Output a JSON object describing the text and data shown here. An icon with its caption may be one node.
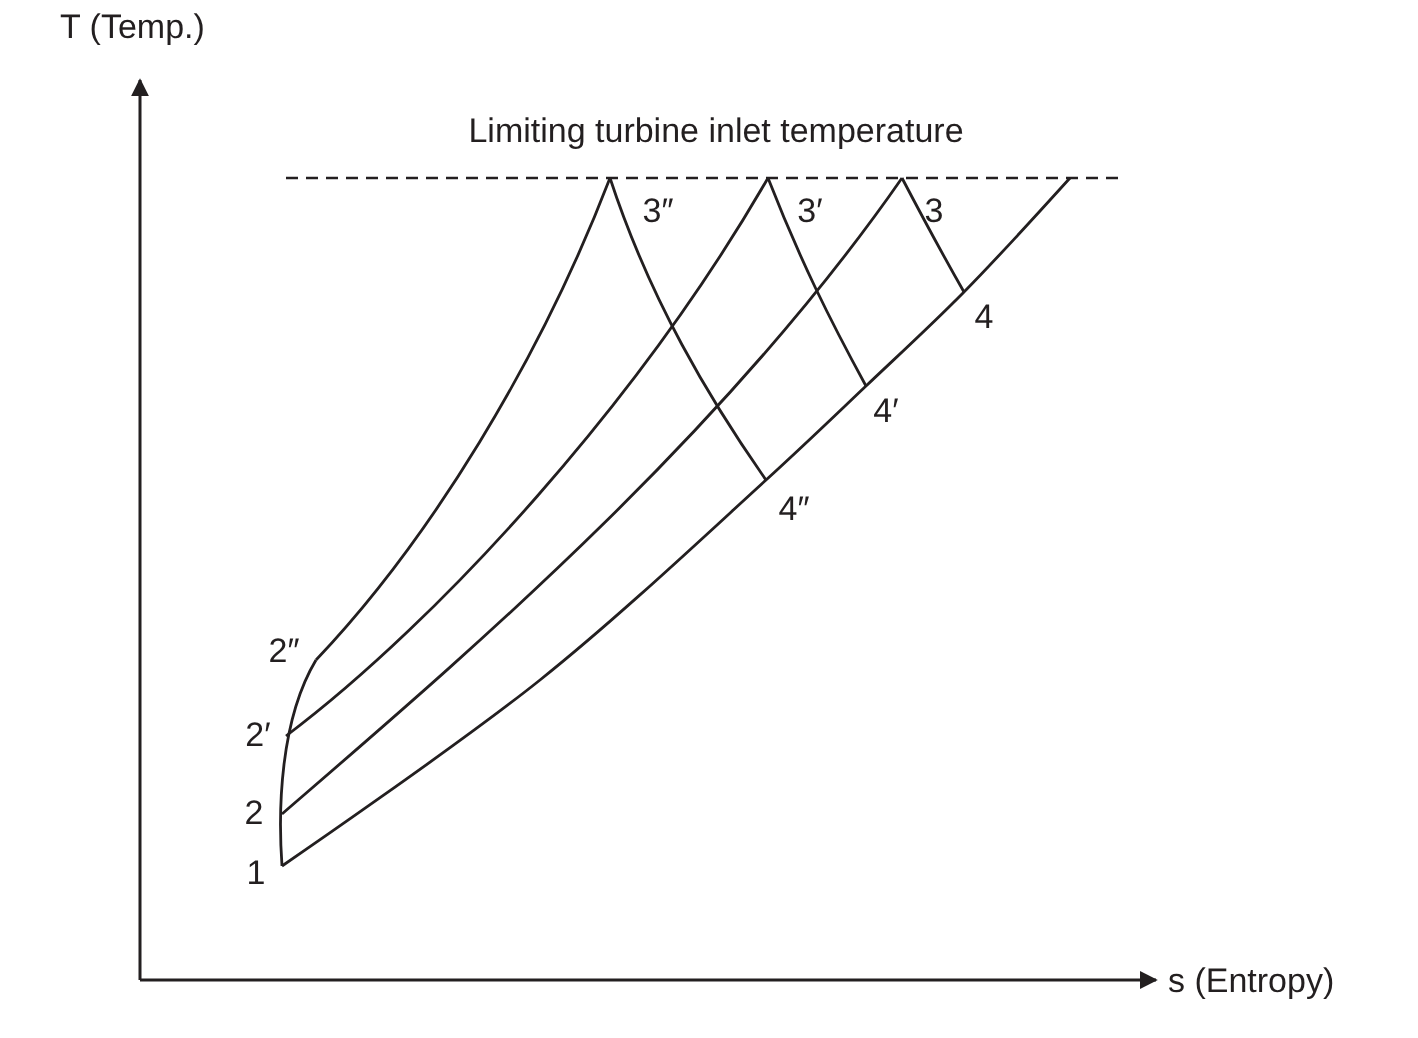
{
  "diagram": {
    "labels": [
      "T (Temp.)",
      "Limiting turbine inlet temperature",
      "3″",
      "3′",
      "3",
      "4",
      "4′",
      "4″",
      "2″",
      "2′",
      "2",
      "1",
      "s (Entropy)"
    ]
  }
}
